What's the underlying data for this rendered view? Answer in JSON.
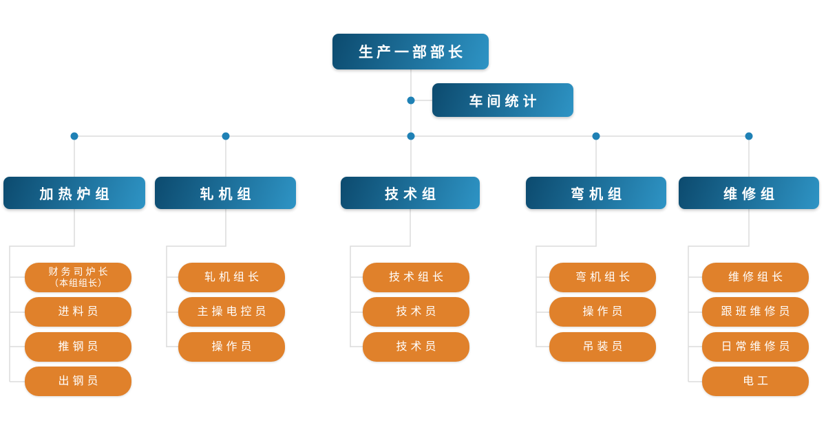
{
  "org": {
    "root": {
      "label": "生产一部部长"
    },
    "stat": {
      "label": "车间统计"
    },
    "groups": [
      {
        "label": "加热炉组",
        "members": [
          {
            "line1": "财务司炉长",
            "line2": "（本组组长）"
          },
          {
            "line1": "进料员"
          },
          {
            "line1": "推钢员"
          },
          {
            "line1": "出钢员"
          }
        ]
      },
      {
        "label": "轧机组",
        "members": [
          {
            "line1": "轧机组长"
          },
          {
            "line1": "主操电控员"
          },
          {
            "line1": "操作员"
          }
        ]
      },
      {
        "label": "技术组",
        "members": [
          {
            "line1": "技术组长"
          },
          {
            "line1": "技术员"
          },
          {
            "line1": "技术员"
          }
        ]
      },
      {
        "label": "弯机组",
        "members": [
          {
            "line1": "弯机组长"
          },
          {
            "line1": "操作员"
          },
          {
            "line1": "吊装员"
          }
        ]
      },
      {
        "label": "维修组",
        "members": [
          {
            "line1": "维修组长"
          },
          {
            "line1": "跟班维修员"
          },
          {
            "line1": "日常维修员"
          },
          {
            "line1": "电工"
          }
        ]
      }
    ]
  },
  "colors": {
    "box_blue_dark": "#0c4a6e",
    "box_blue_light": "#2e94c5",
    "box_orange": "#e0812b",
    "connector_line": "#dcdcdc",
    "connector_dot": "#1f81b5",
    "text": "#ffffff"
  }
}
